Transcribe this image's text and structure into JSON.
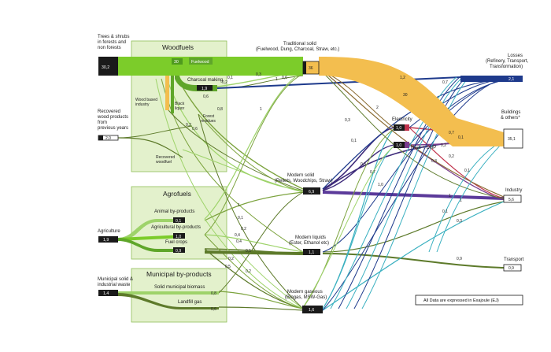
{
  "colors": {
    "woodfuel": "#7ccc2a",
    "traditional": "#f3be4f",
    "loss": "#1e3a8c",
    "electric": "#c0324b",
    "heat": "#7a3d8e",
    "industry": "#5b3a9a",
    "modern_solid": "#3d2a7a",
    "bio_light": "#9ed36a",
    "bio_mid": "#7ca33e",
    "bio_dark": "#5d7a2a",
    "gas": "#3ab0c0",
    "box_fill": "#e3f1cc",
    "box_stroke": "#8fbf5a"
  },
  "groups": {
    "woodfuels": "Woodfuels",
    "agrofuels": "Agrofuels",
    "municipal": "Municipal by-products"
  },
  "sources": {
    "trees": {
      "label_lines": [
        "Trees & shrubs",
        "in forests and",
        "non forests"
      ],
      "value": "30,2"
    },
    "recovered": {
      "label_lines": [
        "Recovered",
        "wood products",
        "from",
        "previous years"
      ],
      "value": "2,0"
    },
    "agriculture": {
      "label": "Agriculture",
      "value": "1,9"
    },
    "municipal": {
      "label_lines": [
        "Municipal solid &",
        "industrial waste"
      ],
      "value": "1,4"
    }
  },
  "intermediates": {
    "fuelwood": {
      "label": "Fuelwood",
      "value": "30"
    },
    "charcoal": {
      "label": "Charcoal making",
      "value": "1,9"
    },
    "wood_based": {
      "label_lines": [
        "Wood based",
        "industry"
      ]
    },
    "black_liquor": {
      "label_lines": [
        "Black",
        "liquor"
      ]
    },
    "forest_residues": {
      "label_lines": [
        "Forest",
        "residues"
      ]
    },
    "recovered_woodfuel": {
      "label_lines": [
        "Recovered",
        "woodfuel"
      ]
    },
    "animal": {
      "label": "Animal by-products",
      "value": "0,1"
    },
    "agricultural": {
      "label": "Agricultural by-products",
      "value": "1,0"
    },
    "fuel_crops": {
      "label": "Fuel crops",
      "value": "0,9"
    },
    "solid_municipal": {
      "label": "Solid municipal biomass",
      "value": "0,8"
    },
    "landfill": {
      "label": "Landfill gas",
      "value": "0,6"
    }
  },
  "carriers": {
    "traditional": {
      "label_lines": [
        "Traditional solid",
        "(Fuelwood, Dung, Charcoal, Straw, etc.)"
      ],
      "value": "36"
    },
    "modern_solid": {
      "label_lines": [
        "Modern solid",
        "(Pellets, Woodchips, Straw)"
      ],
      "value": "6,9"
    },
    "modern_liquids": {
      "label_lines": [
        "Modern liquids",
        "(Ester, Ethanol etc)"
      ],
      "value": "1,1"
    },
    "modern_gaseous": {
      "label_lines": [
        "Modern gaseous",
        "(Biogas, MSW-Gas)"
      ],
      "value": "1,6"
    },
    "electricity": {
      "label": "Electricity",
      "value": "1,0"
    },
    "heat_chp": {
      "label": "Heat + CHP",
      "value": "1,0"
    }
  },
  "sinks": {
    "losses": {
      "label_lines": [
        "Losses",
        "(Refinery, Transport,",
        "Transformation)"
      ],
      "value": "2,1"
    },
    "buildings": {
      "label_lines": [
        "Buildings",
        "& others*"
      ],
      "value": "35,1"
    },
    "industry": {
      "label": "Industry",
      "value": "5,6"
    },
    "transport": {
      "label": "Transport",
      "value": "0,9"
    }
  },
  "flow_values": [
    "0,1",
    "0,2",
    "0,3",
    "1",
    "1",
    "0,6",
    "2",
    "30",
    "1,2",
    "0,7",
    "0,7",
    "0,1",
    "0,2",
    "0,1",
    "0,1",
    "0,3",
    "0,2",
    "1",
    "1,0",
    "0,1",
    "0,3",
    "1",
    "0,3",
    "0,7",
    "0,4",
    "0,2",
    "1",
    "0,1",
    "0,4",
    "0,2",
    "0,2",
    "0,5",
    "0,8",
    "0,6",
    "0,9",
    "0,2",
    "0,3",
    "0,5",
    "0,6"
  ],
  "note": "All Data are expressed in Exajoule (EJ)"
}
